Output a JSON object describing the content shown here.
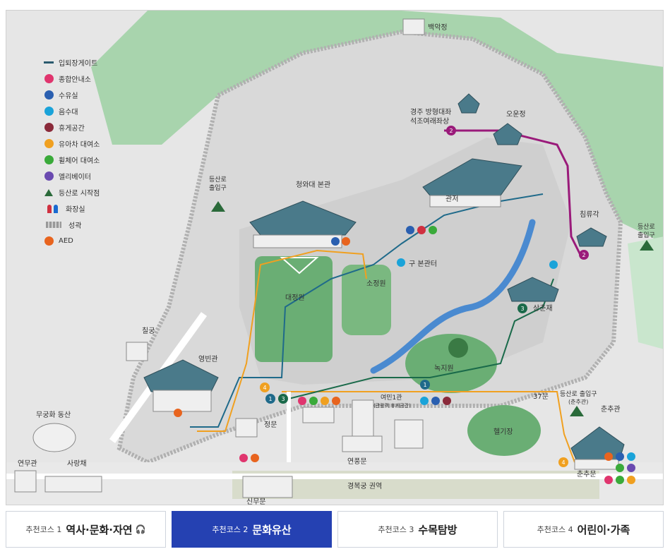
{
  "legend": {
    "items": [
      {
        "label": "입퇴장게이트",
        "icon": "gate-line-icon",
        "color": "#2a5a6e"
      },
      {
        "label": "종합안내소",
        "icon": "info-icon",
        "color": "#e0356e"
      },
      {
        "label": "수유실",
        "icon": "nursing-icon",
        "color": "#2a5fb0"
      },
      {
        "label": "음수대",
        "icon": "water-fountain-icon",
        "color": "#1aa3d9"
      },
      {
        "label": "휴게공간",
        "icon": "rest-area-icon",
        "color": "#8a2a3a"
      },
      {
        "label": "유아차 대여소",
        "icon": "stroller-icon",
        "color": "#f0a020"
      },
      {
        "label": "휠체어 대여소",
        "icon": "wheelchair-icon",
        "color": "#3aaa3a"
      },
      {
        "label": "엘리베이터",
        "icon": "elevator-icon",
        "color": "#6a4ab0"
      },
      {
        "label": "등산로 시작점",
        "icon": "trailhead-icon",
        "color": "#2a6a3a"
      },
      {
        "label": "화장실",
        "icon": "restroom-icon",
        "color": "#d03040"
      },
      {
        "label": "성곽",
        "icon": "fortress-wall-icon",
        "color": "#999999"
      },
      {
        "label": "AED",
        "icon": "aed-icon",
        "color": "#e8641e"
      }
    ]
  },
  "places": {
    "baegak": "백악정",
    "gyeongju": "경주 방형대좌",
    "gyeongju2": "석조여래좌상",
    "oun": "오운정",
    "gwanjeo": "관저",
    "bonkwan": "청와대 본관",
    "trail_left": "등산로",
    "trail_left2": "출입구",
    "trail_right": "등산로",
    "trail_right2": "출입구",
    "chimryu": "침류각",
    "old_residence": "구 본관터",
    "sojeong": "소정원",
    "daejeong": "대정원",
    "sangchun": "상춘재",
    "chilgung": "칠궁",
    "yeongbin": "영빈관",
    "nokji": "녹지원",
    "mugunghwa": "무궁화 동산",
    "jeongmun": "정문",
    "yeomugwan": "연무관",
    "sarangchae": "사랑채",
    "yeonpung": "연풍문",
    "sinmu": "신무문",
    "gyeongbok": "경복궁 권역",
    "heli": "헬기장",
    "gate37": "37문",
    "chunchu": "춘추관",
    "chunchumun": "춘추문",
    "trail_chunchu": "등산로 출입구",
    "trail_chunchu2": "(춘추관)",
    "yeomin": "여민1관",
    "yeomin2": "(관람객 휴게공간)"
  },
  "markers": {
    "one": "1",
    "two": "2",
    "three": "3",
    "four": "4"
  },
  "tabs": [
    {
      "sub": "추천코스 1",
      "main": "역사·문화·자연",
      "active": false,
      "audio": "🎧"
    },
    {
      "sub": "추천코스 2",
      "main": "문화유산",
      "active": true
    },
    {
      "sub": "추천코스 3",
      "main": "수목탐방",
      "active": false
    },
    {
      "sub": "추천코스 4",
      "main": "어린이·가족",
      "active": false
    }
  ],
  "colors": {
    "course1": "#1f6a8a",
    "course2": "#9a1a7a",
    "course3": "#1a6a4a",
    "course4": "#f0a020",
    "accent": "#2541b2"
  }
}
